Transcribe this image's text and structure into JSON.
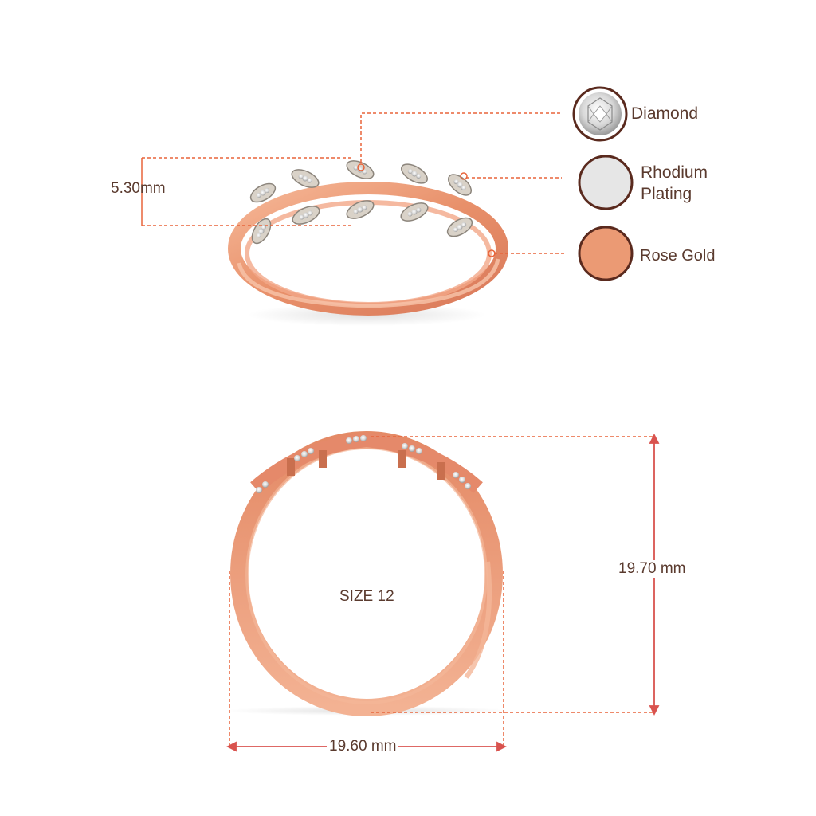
{
  "legend": {
    "diamond": {
      "label": "Diamond",
      "color": "#e8e8e8"
    },
    "rhodium": {
      "label_line1": "Rhodium",
      "label_line2": "Plating",
      "color": "#e6e6e6"
    },
    "rose_gold": {
      "label": "Rose Gold",
      "color": "#eb9a74"
    }
  },
  "dimensions": {
    "height": "5.30mm",
    "outer_height": "19.70 mm",
    "outer_width": "19.60 mm",
    "size": "SIZE 12"
  },
  "colors": {
    "leader": "#e8643a",
    "dimension_line": "#d9534f",
    "rose_gold": "#eb9a74",
    "rose_gold_dark": "#c96f4e",
    "swatch_border": "#5a2a1e"
  },
  "icons": [
    "diamond-icon",
    "rhodium-swatch",
    "rose-gold-swatch"
  ]
}
